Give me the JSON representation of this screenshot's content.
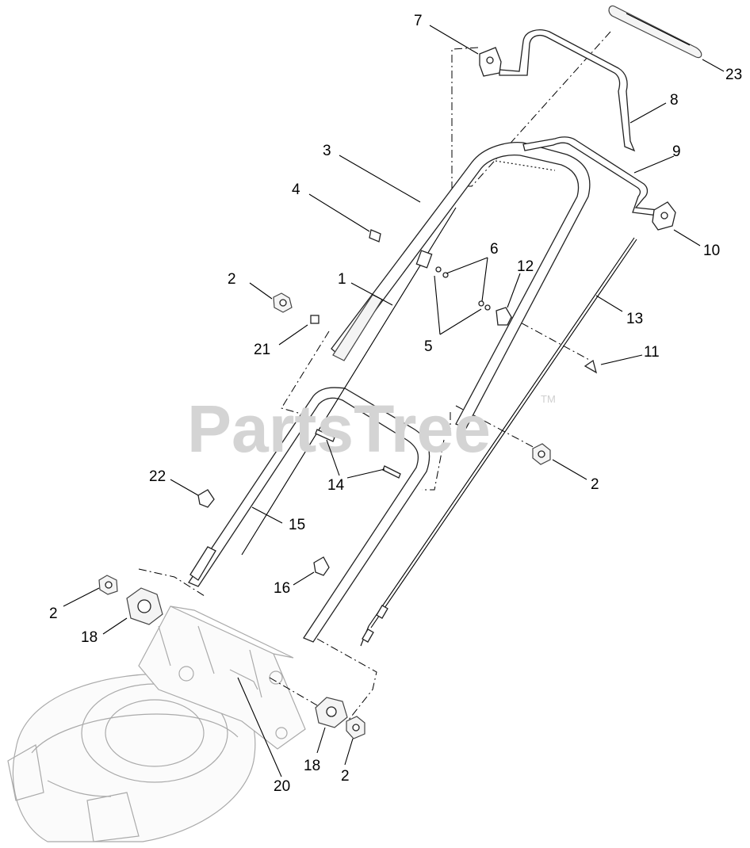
{
  "watermark": {
    "text": "PartsTree",
    "tm": "TM"
  },
  "callouts": [
    {
      "id": "c7",
      "num": "7"
    },
    {
      "id": "c23",
      "num": "23"
    },
    {
      "id": "c8",
      "num": "8"
    },
    {
      "id": "c3",
      "num": "3"
    },
    {
      "id": "c9",
      "num": "9"
    },
    {
      "id": "c4",
      "num": "4"
    },
    {
      "id": "c10",
      "num": "10"
    },
    {
      "id": "c6",
      "num": "6"
    },
    {
      "id": "c12",
      "num": "12"
    },
    {
      "id": "c2a",
      "num": "2"
    },
    {
      "id": "c1",
      "num": "1"
    },
    {
      "id": "c13",
      "num": "13"
    },
    {
      "id": "c21",
      "num": "21"
    },
    {
      "id": "c5",
      "num": "5"
    },
    {
      "id": "c11",
      "num": "11"
    },
    {
      "id": "c22",
      "num": "22"
    },
    {
      "id": "c2b",
      "num": "2"
    },
    {
      "id": "c14",
      "num": "14"
    },
    {
      "id": "c15",
      "num": "15"
    },
    {
      "id": "c16",
      "num": "16"
    },
    {
      "id": "c2c",
      "num": "2"
    },
    {
      "id": "c18a",
      "num": "18"
    },
    {
      "id": "c20",
      "num": "20"
    },
    {
      "id": "c18b",
      "num": "18"
    },
    {
      "id": "c2d",
      "num": "2"
    }
  ]
}
